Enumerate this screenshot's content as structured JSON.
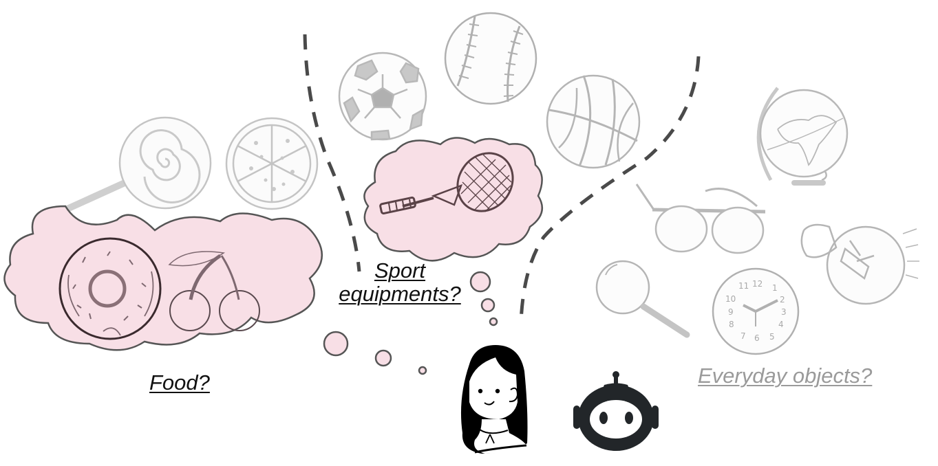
{
  "categories": {
    "food": {
      "label": "Food?",
      "cloud_items": [
        "donut",
        "cherries"
      ],
      "background_items": [
        "lollipop",
        "pizza"
      ]
    },
    "sport": {
      "label_line1": "Sport",
      "label_line2": "equipments?",
      "cloud_items": [
        "tennis-racket"
      ],
      "background_items": [
        "soccer-ball",
        "baseball",
        "basketball"
      ]
    },
    "everyday": {
      "label": "Everyday objects?",
      "background_items": [
        "globe",
        "eyeglasses",
        "magnifying-glass",
        "clock",
        "light-bulb"
      ]
    }
  },
  "figures": {
    "human": "girl-avatar",
    "robot": "robot-avatar"
  },
  "colors": {
    "cloud_fill": "#f8dfe6",
    "cloud_stroke": "#555555",
    "sketch_gray": "#b5b5b5",
    "dash": "#4a4a4a",
    "label_dark": "#111111",
    "label_faded": "#9a9a9a",
    "avatar_dark": "#222629"
  }
}
